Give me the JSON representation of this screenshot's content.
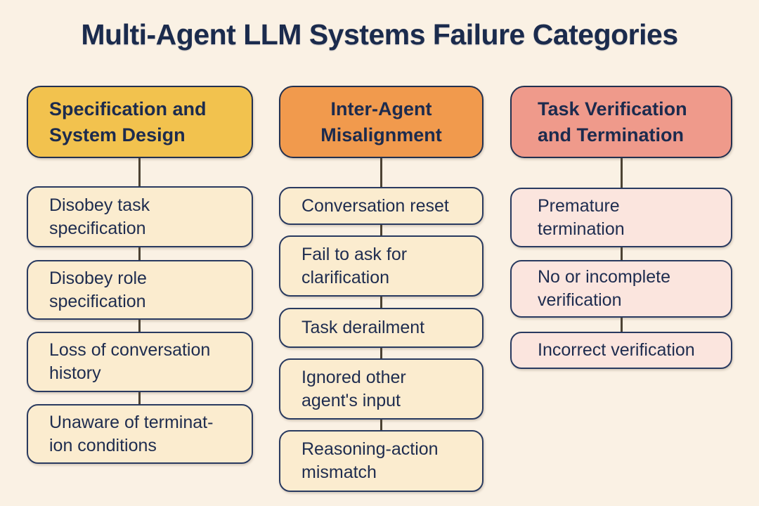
{
  "title": "Multi-Agent LLM Systems Failure Categories",
  "colors": {
    "background": "#faf1e4",
    "title_text": "#1b2b4d",
    "box_border": "#293a60",
    "connector_line": "#4c4233",
    "header_yellow": "#f2c24e",
    "header_orange": "#f19a4d",
    "header_salmon": "#ef9a8b",
    "item_cream": "#fbeccf",
    "item_pink": "#fbe5de",
    "item_text": "#1e2c4f"
  },
  "columns": [
    {
      "header": {
        "lines": [
          "Specification and",
          "System Design"
        ]
      },
      "items": [
        {
          "lines": [
            "Disobey task",
            "specification"
          ]
        },
        {
          "lines": [
            "Disobey role",
            "specification"
          ]
        },
        {
          "lines": [
            "Loss of conversation",
            "history"
          ]
        },
        {
          "lines": [
            "Unaware of terminat-",
            "ion conditions"
          ]
        }
      ]
    },
    {
      "header": {
        "lines": [
          "Inter-Agent",
          "Misalignment"
        ]
      },
      "items": [
        {
          "lines": [
            "Conversation reset"
          ]
        },
        {
          "lines": [
            "Fail to ask for",
            "clarification"
          ]
        },
        {
          "lines": [
            "Task derailment"
          ]
        },
        {
          "lines": [
            "Ignored other",
            "agent's input"
          ]
        },
        {
          "lines": [
            "Reasoning-action",
            "mismatch"
          ]
        }
      ]
    },
    {
      "header": {
        "lines": [
          "Task Verification",
          "and Termination"
        ]
      },
      "items": [
        {
          "lines": [
            "Premature",
            "termination"
          ]
        },
        {
          "lines": [
            "No or incomplete",
            "verification"
          ]
        },
        {
          "lines": [
            "Incorrect verification"
          ]
        }
      ]
    }
  ]
}
